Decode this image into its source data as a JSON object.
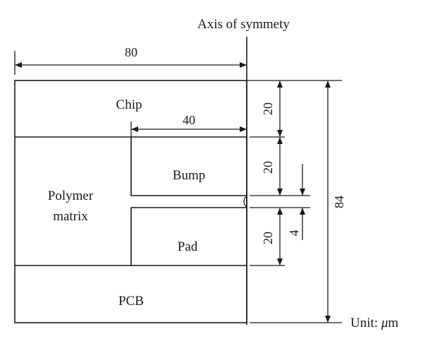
{
  "diagram": {
    "axis_label": "Axis of symmety",
    "unit_prefix": "Unit: ",
    "unit_symbol": "μ",
    "unit_suffix": "m",
    "regions": {
      "chip": "Chip",
      "bump": "Bump",
      "polymer_line1": "Polymer",
      "polymer_line2": "matrix",
      "pad": "Pad",
      "pcb": "PCB"
    },
    "dimensions": {
      "total_width": "80",
      "bump_width": "40",
      "chip_height": "20",
      "bump_height": "20",
      "gap": "4",
      "pad_height": "20",
      "total_height": "84"
    }
  }
}
